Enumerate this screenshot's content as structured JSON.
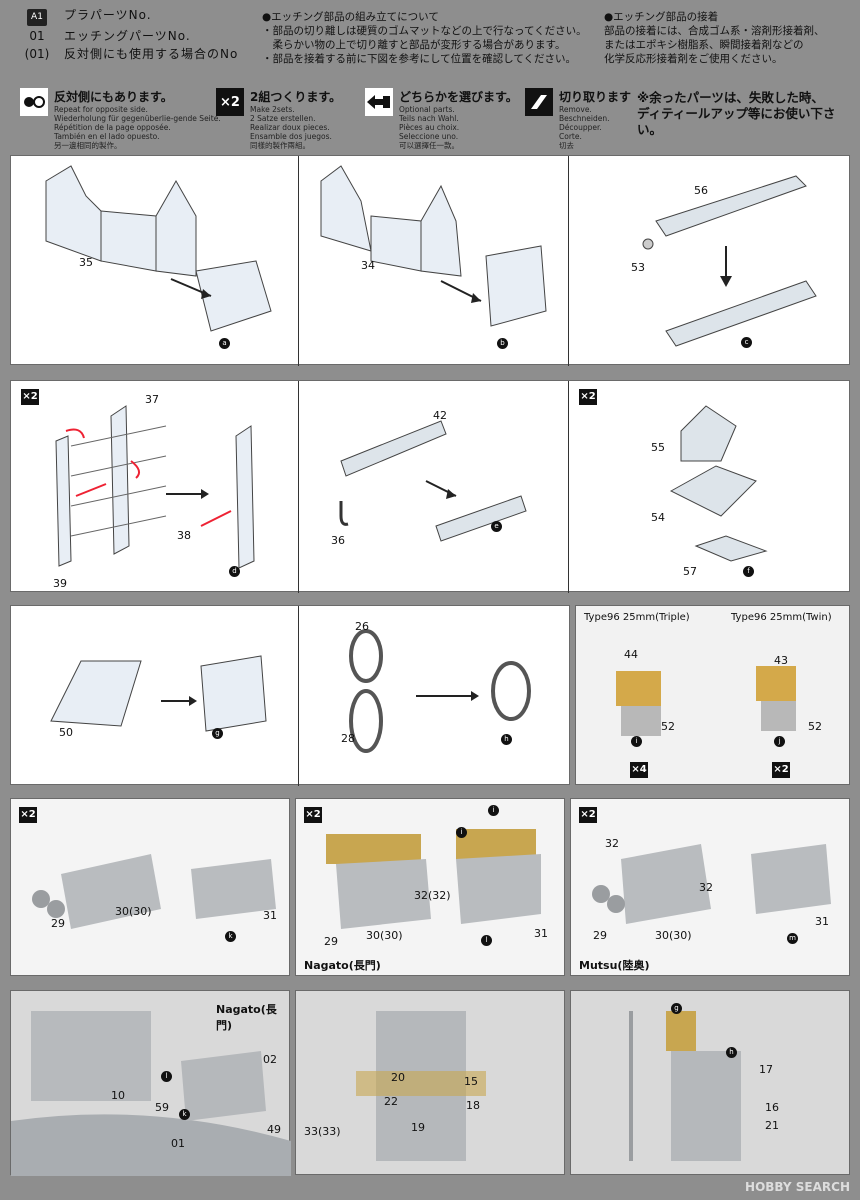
{
  "legend": {
    "badge": "A1",
    "rows": [
      {
        "num": "",
        "text": "プラパーツNo."
      },
      {
        "num": "01",
        "text": "エッチングパーツNo."
      },
      {
        "num": "(01)",
        "text": "反対側にも使用する場合のNo"
      }
    ]
  },
  "assembly_notes": {
    "title": "●エッチング部品の組み立てについて",
    "lines": [
      "・部品の切り離しは硬質のゴムマットなどの上で行なってください。",
      "　柔らかい物の上で切り離すと部品が変形する場合があります。",
      "・部品を接着する前に下図を参考にして位置を確認してください。"
    ]
  },
  "adhesive_notes": {
    "title": "●エッチング部品の接着",
    "lines": [
      "部品の接着には、合成ゴム系・溶剤形接着剤、",
      "またはエポキシ樹脂系、瞬間接着剤などの",
      "化学反応形接着剤をご使用ください。"
    ]
  },
  "symbols": [
    {
      "icon": "opposite-side-icon",
      "title": "反対側にもあります。",
      "sub": [
        "Repeat for opposite side.",
        "Wiederholung für gegenüberlie-gende Seite.",
        "Répétition de la page opposée.",
        "También en el lado opuesto.",
        "另一邊相同的製作。"
      ]
    },
    {
      "icon": "make-two-icon",
      "title": "2組つくります。",
      "sub": [
        "Make 2sets.",
        "2 Satze erstellen.",
        "Realizar doux pieces.",
        "Ensamble dos juegos.",
        "同樣的製作兩組。"
      ]
    },
    {
      "icon": "optional-parts-icon",
      "title": "どちらかを選びます。",
      "sub": [
        "Optional parts.",
        "Teils nach Wahl.",
        "Pièces au choix.",
        "Seleccione uno.",
        "可以選擇任一款。"
      ]
    },
    {
      "icon": "cut-icon",
      "title": "切り取ります",
      "sub": [
        "Remove.",
        "Beschneiden.",
        "Découpper.",
        "Corte.",
        "切去"
      ]
    }
  ],
  "warning": [
    "※余ったパーツは、失敗した時、",
    "ディティールアップ等にお使い下さい。"
  ],
  "row1": {
    "labels": [
      "35",
      "a",
      "34",
      "b",
      "56",
      "53",
      "c"
    ]
  },
  "row2": {
    "labels": [
      "37",
      "38",
      "39",
      "d",
      "42",
      "36",
      "e",
      "55",
      "54",
      "57",
      "f"
    ],
    "x2": "×2"
  },
  "row3": {
    "labels": [
      "50",
      "g",
      "26",
      "28",
      "h"
    ],
    "photo_titles": [
      "Type96 25mm(Triple)",
      "Type96 25mm(Twin)"
    ],
    "photo_labels": [
      "44",
      "52",
      "i",
      "43",
      "52",
      "j"
    ],
    "counts": [
      "×4",
      "×2"
    ]
  },
  "row4": {
    "x2": "×2",
    "p1": [
      "29",
      "30(30)",
      "31",
      "k"
    ],
    "p2": [
      "i",
      "i",
      "32(32)",
      "29",
      "30(30)",
      "31",
      "l"
    ],
    "p2_cap": "Nagato(長門)",
    "p3": [
      "32",
      "32",
      "29",
      "30(30)",
      "31",
      "m"
    ],
    "p3_cap": "Mutsu(陸奥)"
  },
  "row5": {
    "p1_cap": "Nagato(長門)",
    "p1": [
      "02",
      "l",
      "10",
      "59",
      "k",
      "49",
      "01"
    ],
    "p2": [
      "20",
      "15",
      "22",
      "18",
      "33(33)",
      "19"
    ],
    "p3": [
      "g",
      "h",
      "17",
      "16",
      "21"
    ]
  },
  "footer": "HOBBY SEARCH"
}
